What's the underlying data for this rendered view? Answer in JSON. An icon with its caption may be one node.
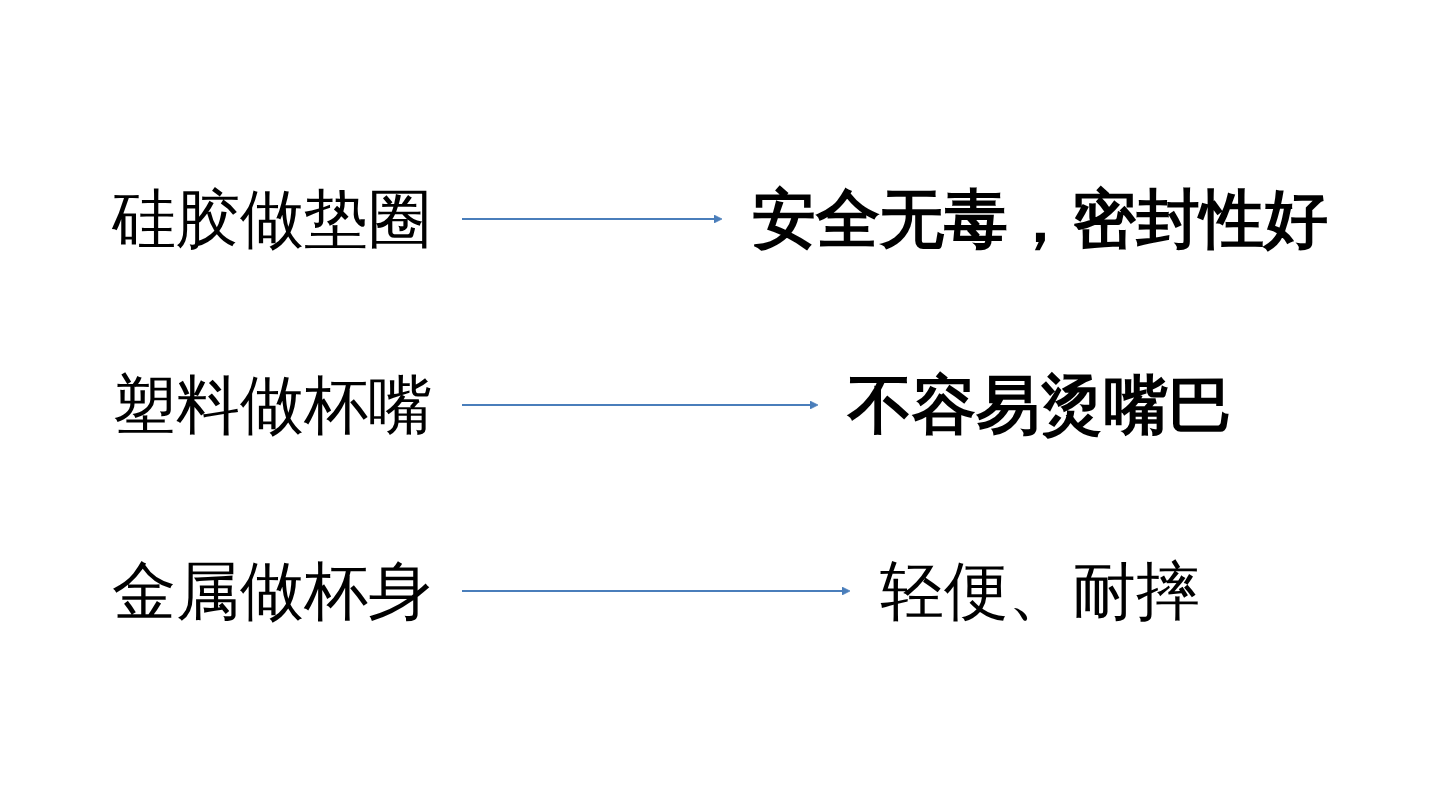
{
  "diagram": {
    "nodes": [
      {
        "text": [
          "硅胶做垫圈"
        ]
      },
      {
        "text": [
          "塑料做杯嘴"
        ]
      },
      {
        "text": [
          "金属做杯身"
        ]
      },
      {
        "text": [
          "轻便、耐摔"
        ]
      },
      {
        "text": [
          "安全无毒，密封性好"
        ]
      },
      {
        "text": [
          "不容易烫嘴巴"
        ]
      }
    ],
    "edges": [
      {
        "from": 0,
        "to": 4,
        "arrow": "to"
      },
      {
        "from": 1,
        "to": 5,
        "arrow": "to"
      },
      {
        "from": 2,
        "to": 3,
        "arrow": "to"
      }
    ]
  }
}
